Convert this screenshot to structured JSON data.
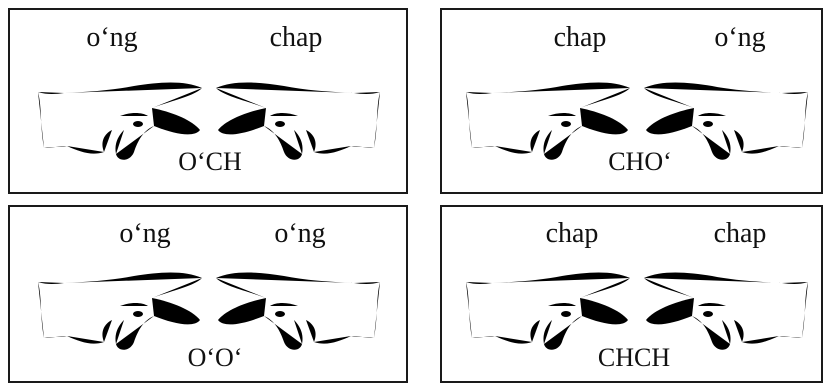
{
  "panels": [
    {
      "left_label": "o‘ng",
      "right_label": "chap",
      "code": "O‘CH"
    },
    {
      "left_label": "chap",
      "right_label": "o‘ng",
      "code": "CHO‘"
    },
    {
      "left_label": "o‘ng",
      "right_label": "o‘ng",
      "code": "O‘O‘"
    },
    {
      "left_label": "chap",
      "right_label": "chap",
      "code": "CHCH"
    }
  ]
}
